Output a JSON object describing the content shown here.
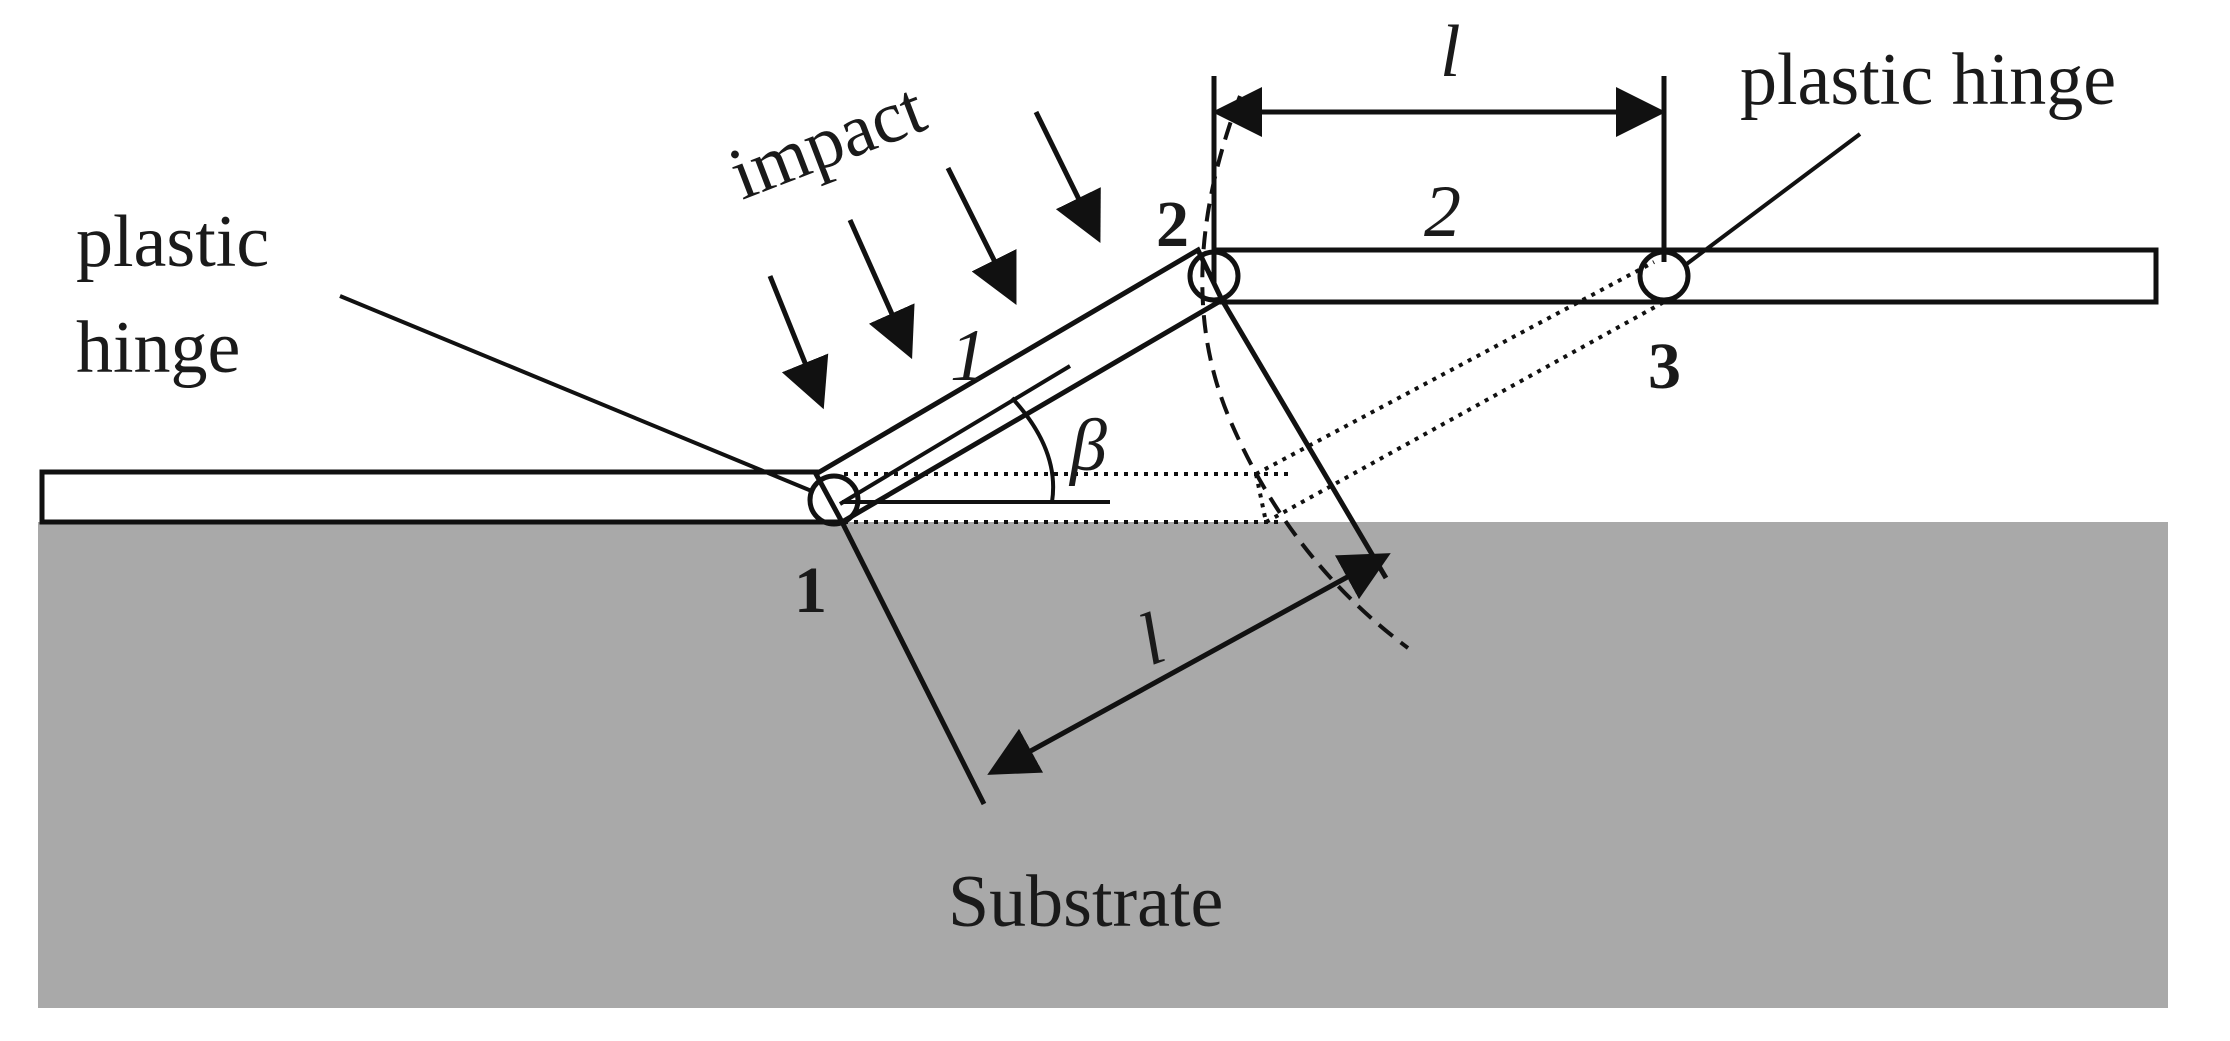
{
  "labels": {
    "impact": "impact",
    "plastic_hinge_left_line1": "plastic",
    "plastic_hinge_left_line2": "hinge",
    "plastic_hinge_right": "plastic hinge",
    "substrate": "Substrate",
    "point_1": "1",
    "point_2": "2",
    "point_3": "3",
    "segment_1": "1",
    "segment_2": "2",
    "length_top": "l",
    "length_bottom": "l",
    "angle": "β"
  },
  "colors": {
    "substrate": "#a9a9a9",
    "stroke": "#111111",
    "background": "#ffffff"
  }
}
